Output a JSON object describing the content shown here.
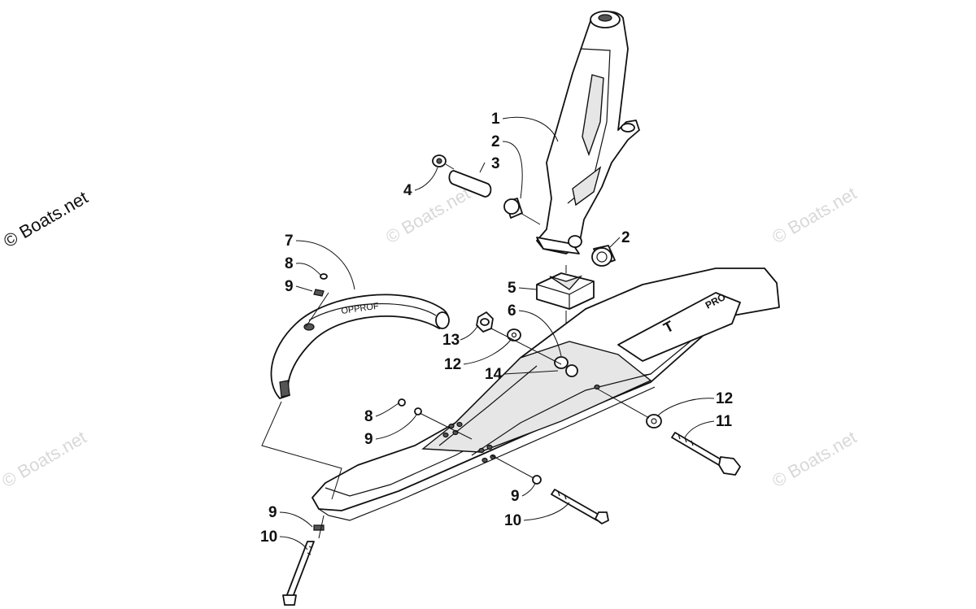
{
  "watermarks": {
    "main": "© Boats.net",
    "faint": "© Boats.net"
  },
  "callouts": [
    {
      "id": "c1",
      "text": "1"
    },
    {
      "id": "c2a",
      "text": "2"
    },
    {
      "id": "c3",
      "text": "3"
    },
    {
      "id": "c4",
      "text": "4"
    },
    {
      "id": "c2b",
      "text": "2"
    },
    {
      "id": "c5",
      "text": "5"
    },
    {
      "id": "c6",
      "text": "6"
    },
    {
      "id": "c7",
      "text": "7"
    },
    {
      "id": "c8a",
      "text": "8"
    },
    {
      "id": "c9a",
      "text": "9"
    },
    {
      "id": "c13",
      "text": "13"
    },
    {
      "id": "c12a",
      "text": "12"
    },
    {
      "id": "c14",
      "text": "14"
    },
    {
      "id": "c12b",
      "text": "12"
    },
    {
      "id": "c11",
      "text": "11"
    },
    {
      "id": "c8b",
      "text": "8"
    },
    {
      "id": "c9b",
      "text": "9"
    },
    {
      "id": "c9c",
      "text": "9"
    },
    {
      "id": "c10a",
      "text": "10"
    },
    {
      "id": "c9d",
      "text": "9"
    },
    {
      "id": "c10b",
      "text": "10"
    }
  ],
  "handle_text": "OPPROF",
  "ski_text": "PRO"
}
